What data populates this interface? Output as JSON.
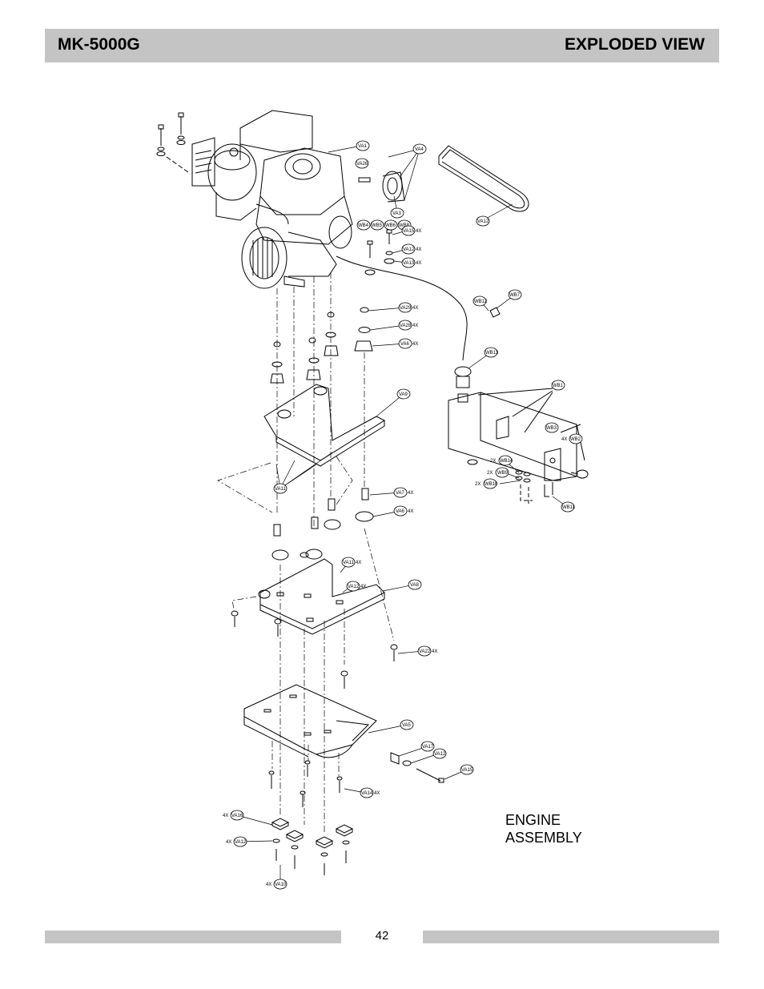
{
  "header": {
    "model": "MK-5000G",
    "section": "EXPLODED VIEW"
  },
  "caption": {
    "line1": "ENGINE",
    "line2": "ASSEMBLY"
  },
  "footer": {
    "page_number": "42"
  },
  "callouts": {
    "va1": "VA1",
    "va26": "VA26",
    "va4": "VA4",
    "va3": "VA3",
    "wb4": "WB4",
    "wb5": "WB5",
    "wb6": "WB6",
    "wb8": "WB8",
    "va12_belt": "VA12",
    "va15_top": "VA15",
    "va15_top_qty": "4X",
    "va12_top": "VA12",
    "va12_top_qty": "4X",
    "va13_top": "VA13",
    "va13_top_qty": "4X",
    "wb12": "WB12",
    "wb7": "WB7",
    "wb13": "WB13",
    "va29": "VA29",
    "va29_qty": "4X",
    "va28": "VA28",
    "va28_qty": "4X",
    "va6_top": "VA6",
    "va6_top_qty": "4X",
    "va9": "VA9",
    "wb1": "WB1",
    "wb3": "WB3",
    "wb2": "WB2",
    "wb2_qty": "4X",
    "wb14": "WB14",
    "wb14_qty": "2X",
    "wb9": "WB9",
    "wb9_qty": "2X",
    "wb10": "WB10",
    "wb10_qty": "2X",
    "wb11": "WB11",
    "va11_mid": "VA11",
    "va7": "VA7",
    "va7_qty": "4X",
    "va6_mid": "VA6",
    "va6_mid_qty": "4X",
    "va11_low": "VA11",
    "va11_low_qty": "4X",
    "va12_low": "VA12",
    "va12_low_qty": "4X",
    "va8": "VA8",
    "va22": "VA22",
    "va22_qty": "4X",
    "va5": "VA5",
    "va17": "VA17",
    "va12_side": "VA12",
    "va15_side": "VA15",
    "va14": "VA14",
    "va14_qty": "4X",
    "va16_bot": "VA16",
    "va16_bot_qty": "4X",
    "va12_bot": "VA12",
    "va12_bot_qty": "4X",
    "va10": "VA10",
    "va10_qty": "4X"
  }
}
